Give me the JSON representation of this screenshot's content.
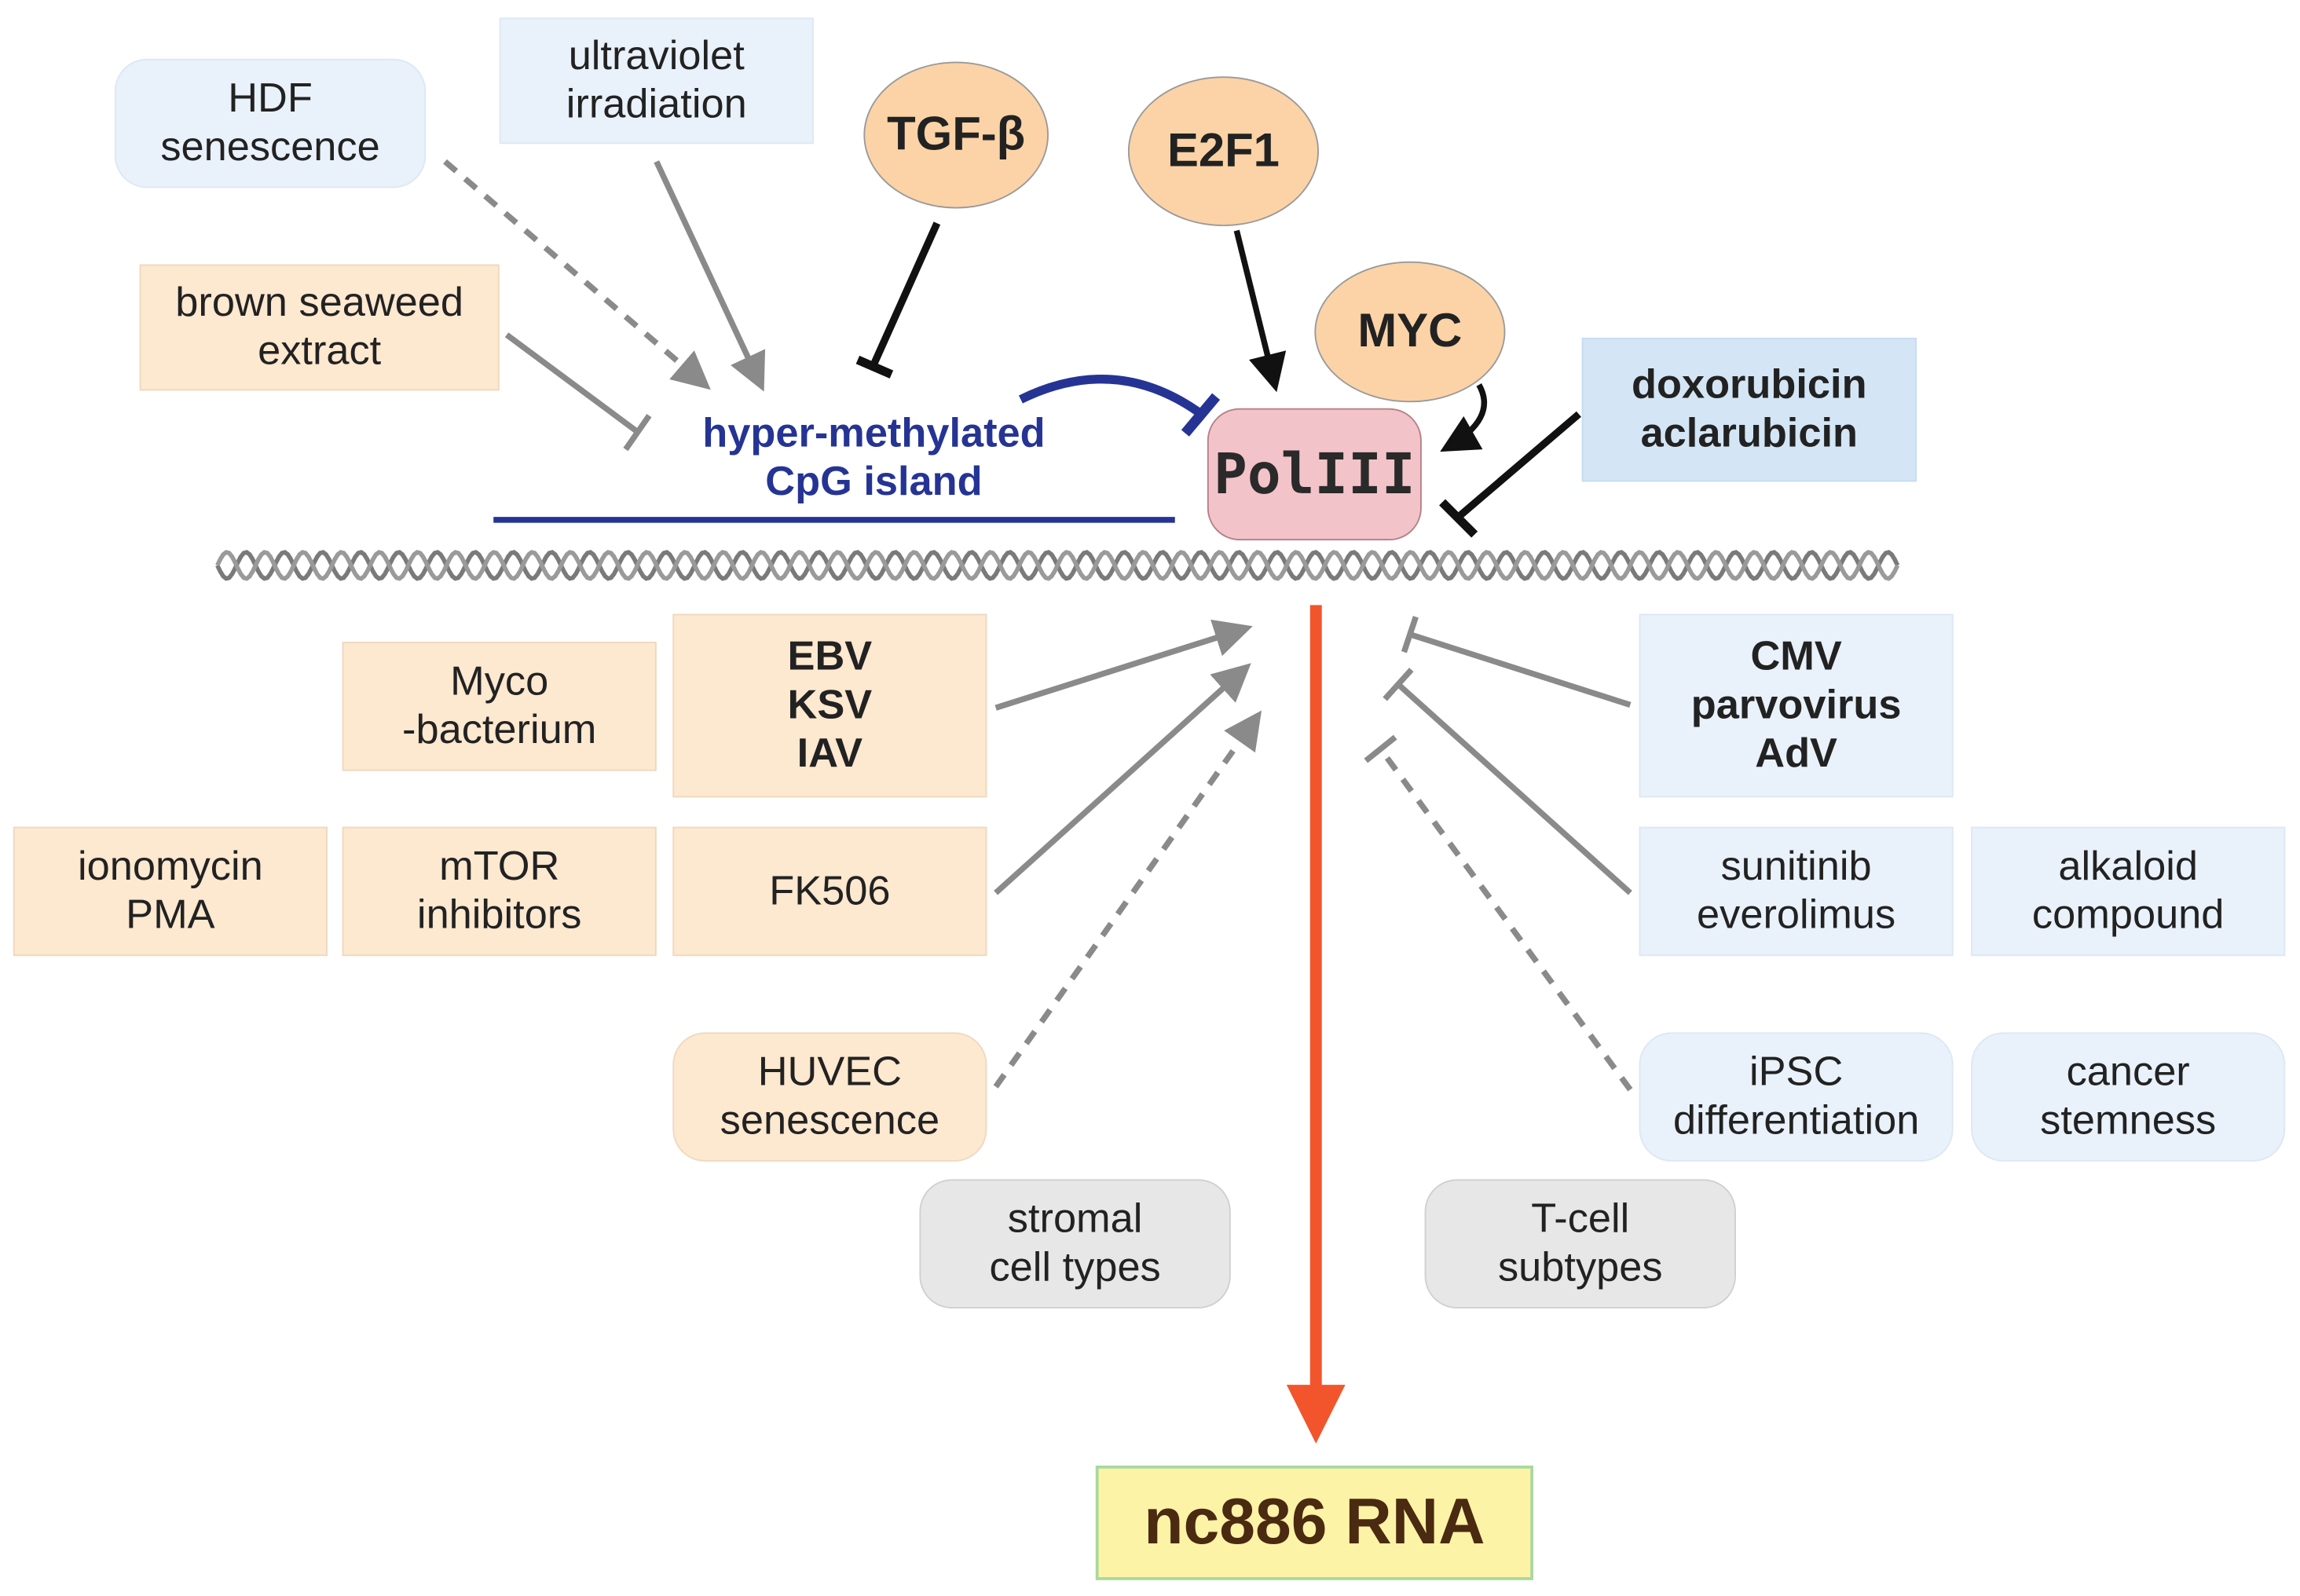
{
  "colors": {
    "peach_fill": "#fde8d0",
    "blue_fill": "#e9f1fa",
    "blue_dark_fill": "#d4e6f5",
    "gray_fill": "#e7e7e7",
    "ellipse_fill": "#fbd3a6",
    "polIII_fill": "#f2c3c8",
    "nc886_fill": "#fdf3a6",
    "cpg_blue": "#253494",
    "output_arrow": "#f2552c",
    "gray_edge": "#8a8a8a",
    "black_edge": "#111111"
  },
  "nodes": {
    "hdf_senescence": "HDF\nsenescence",
    "uv_irradiation": "ultraviolet\nirradiation",
    "tgf_beta": "TGF-β",
    "e2f1": "E2F1",
    "myc": "MYC",
    "brown_seaweed": "brown seaweed\nextract",
    "cpg_island": "hyper-methylated\nCpG island",
    "pol3": "PolIII",
    "doxorubicin": "doxorubicin\naclarubicin",
    "myco": "Myco\n-bacterium",
    "ebv": "EBV\nKSV\nIAV",
    "cmv": "CMV\nparvovirus\nAdV",
    "ionomycin": "ionomycin\nPMA",
    "mtor": "mTOR\ninhibitors",
    "fk506": "FK506",
    "sunitinib": "sunitinib\neverolimus",
    "alkaloid": "alkaloid\ncompound",
    "huvec": "HUVEC\nsenescence",
    "ipsc": "iPSC\ndifferentiation",
    "cancer_stemness": "cancer\nstemness",
    "stromal": "stromal\ncell types",
    "tcell": "T-cell\nsubtypes",
    "nc886": "nc886 RNA"
  },
  "edges": [
    {
      "from": "hdf_senescence",
      "to": "cpg_island",
      "kind": "activation",
      "style": "dashed"
    },
    {
      "from": "uv_irradiation",
      "to": "cpg_island",
      "kind": "activation",
      "style": "solid"
    },
    {
      "from": "tgf_beta",
      "to": "cpg_island",
      "kind": "inhibition",
      "style": "solid"
    },
    {
      "from": "brown_seaweed",
      "to": "cpg_island",
      "kind": "inhibition",
      "style": "solid"
    },
    {
      "from": "cpg_island",
      "to": "pol3",
      "kind": "inhibition",
      "style": "solid"
    },
    {
      "from": "e2f1",
      "to": "pol3",
      "kind": "activation",
      "style": "solid"
    },
    {
      "from": "myc",
      "to": "pol3",
      "kind": "activation",
      "style": "solid"
    },
    {
      "from": "doxorubicin",
      "to": "pol3",
      "kind": "inhibition",
      "style": "solid"
    },
    {
      "from": "ebv",
      "to": "pol3",
      "kind": "activation",
      "style": "solid"
    },
    {
      "from": "fk506",
      "to": "pol3",
      "kind": "activation",
      "style": "solid"
    },
    {
      "from": "huvec",
      "to": "pol3",
      "kind": "activation",
      "style": "dashed"
    },
    {
      "from": "cmv",
      "to": "pol3",
      "kind": "inhibition",
      "style": "solid"
    },
    {
      "from": "sunitinib",
      "to": "pol3",
      "kind": "inhibition",
      "style": "solid"
    },
    {
      "from": "ipsc",
      "to": "pol3",
      "kind": "inhibition",
      "style": "dashed"
    },
    {
      "from": "pol3",
      "to": "nc886",
      "kind": "activation",
      "style": "solid"
    }
  ]
}
